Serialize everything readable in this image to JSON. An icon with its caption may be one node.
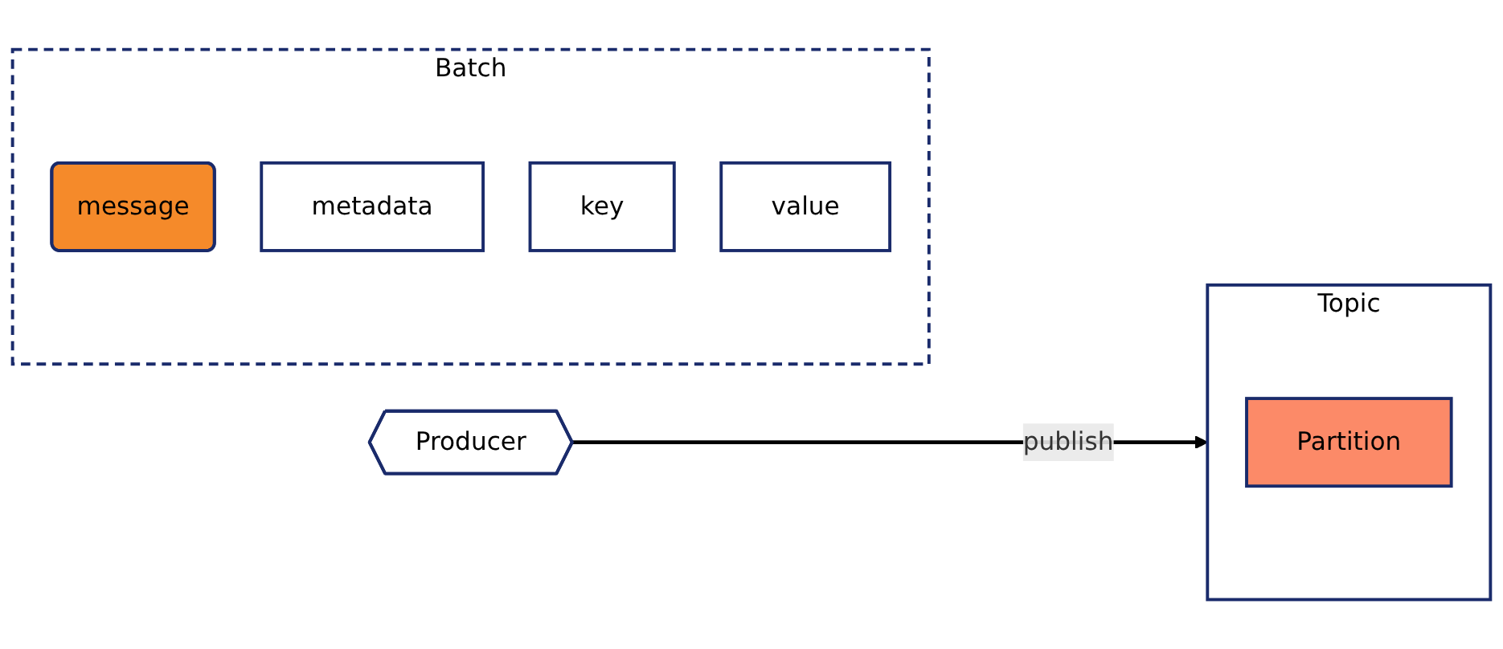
{
  "diagram": {
    "nodes": [
      {
        "text": [
          "Producer"
        ]
      },
      {
        "text": [
          "Batch"
        ]
      },
      {
        "text": [
          "message"
        ],
        "in": 1
      },
      {
        "text": [
          "metadata"
        ],
        "in": 1
      },
      {
        "text": [
          "key"
        ],
        "in": 1
      },
      {
        "text": [
          "value"
        ],
        "in": 1
      },
      {
        "text": [
          "Topic"
        ]
      },
      {
        "text": [
          "Partition"
        ],
        "in": 6
      }
    ],
    "edges": [
      {
        "from": 0,
        "to": 6,
        "arrow": "to",
        "label": "publish"
      }
    ]
  }
}
